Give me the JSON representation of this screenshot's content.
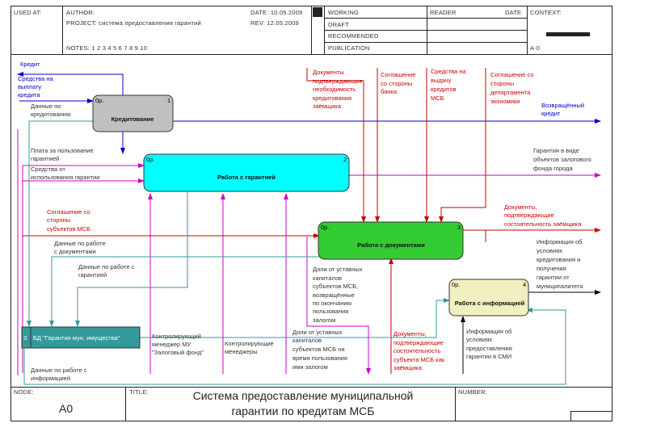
{
  "header": {
    "used_at": "USED AT:",
    "author": "AUTHOR:",
    "project": "PROJECT:  система предоставления гарантий",
    "notes": "NOTES:  1  2  3  4  5  6  7  8  9  10",
    "date": "DATE:  10.05.2009",
    "rev": "REV:    12.05.2009",
    "working": "WORKING",
    "draft": "DRAFT",
    "recommended": "RECOMMENDED",
    "publication": "PUBLICATION",
    "reader": "READER",
    "date2": "DATE",
    "context": "CONTEXT:",
    "context_node": "A-0"
  },
  "boxes": [
    {
      "id": "b1",
      "title": "Кредитование",
      "corner": "0р.",
      "num": "1",
      "fill": "#c0c0c0"
    },
    {
      "id": "b2",
      "title": "Работа с гарантией",
      "corner": "0р.",
      "num": "2",
      "fill": "#00ffff"
    },
    {
      "id": "b3",
      "title": "Работа с документами",
      "corner": "0р.",
      "num": "3",
      "fill": "#33cc33"
    },
    {
      "id": "b4",
      "title": "Работа с информацией",
      "corner": "0р.",
      "num": "4",
      "fill": "#f0f0c0"
    }
  ],
  "datastore": {
    "num": "3",
    "title": "БД \"Гарантия мун. имущества\""
  },
  "labels": {
    "kredit": "Кредит",
    "sredstva_vyplatu": [
      "Средства на",
      "выплату",
      "кредита"
    ],
    "dannye_kredit": [
      "Данные по",
      "кредитованию"
    ],
    "plata": [
      "Плата за пользование",
      "гарантией"
    ],
    "sredstva_isp": [
      "Средства от",
      "использования гарантии"
    ],
    "soglashenie_msb": [
      "Соглашение со",
      "стороны",
      "субъектов МСБ"
    ],
    "dannye_dok": [
      "Данные по работе",
      "с документами"
    ],
    "dannye_gar": [
      "Данные по работе с",
      "гарантией"
    ],
    "dannye_inf": [
      "Данные по работе с",
      "информацией"
    ],
    "kontr_menedzher": [
      "Контролирующий",
      "менеджер МУ",
      "\"Залоговый фонд\""
    ],
    "kontr_menedzhery": [
      "Контролирующие",
      "менеджеры"
    ],
    "doli_vremya": [
      "Доли от уставных",
      "капиталов",
      "субъектов МСБ на",
      "время пользования",
      "ими залогом"
    ],
    "doli_vozvr": [
      "Доли от уставных",
      "капиталов",
      "субъектов МСБ,",
      "возвращённые",
      "по окончанию",
      "пользования",
      "залогом"
    ],
    "dok_neobh": [
      "Документы",
      "подтверждающие",
      "необходимость",
      "кредитования",
      "заёмщика"
    ],
    "soglashenie_bank": [
      "Соглашение",
      "со стороны",
      "банка"
    ],
    "sredstva_vydachu": [
      "Средства на",
      "выдачу",
      "кредитов",
      "МСБ"
    ],
    "soglashenie_dep": [
      "Соглашение со",
      "стороны",
      "департамента",
      "экономики"
    ],
    "vozvr_kredit": [
      "Возвращённый",
      "кредит"
    ],
    "garantiya_vide": [
      "Гарантия в виде",
      "объектов залогового",
      "фонда города"
    ],
    "dok_sost_zaem": [
      "Документы,",
      "подтверждающие",
      "состоятельность заёмщика"
    ],
    "info_usloviya": [
      "Информация об",
      "условиях",
      "кредитования и",
      "получения",
      "гарантии от",
      "муниципалитета"
    ],
    "dok_sost_msb": [
      "Документы,",
      "подтверждающие",
      "состоятельность",
      "субъекта МСБ как",
      "заёмщика"
    ],
    "info_smi": [
      "Информация об",
      "условиях",
      "предоставления",
      "гарантии в СМИ"
    ]
  },
  "footer": {
    "node_label": "NODE:",
    "node_value": "A0",
    "title_label": "TITLE:",
    "title_line1": "Система предоставление муниципальной",
    "title_line2": "гарантии по кредитам МСБ",
    "number_label": "NUMBER:"
  },
  "colors": {
    "blue": "#0000cc",
    "teal": "#339999",
    "red": "#cc0000",
    "magenta": "#cc00cc",
    "black": "#000000"
  }
}
